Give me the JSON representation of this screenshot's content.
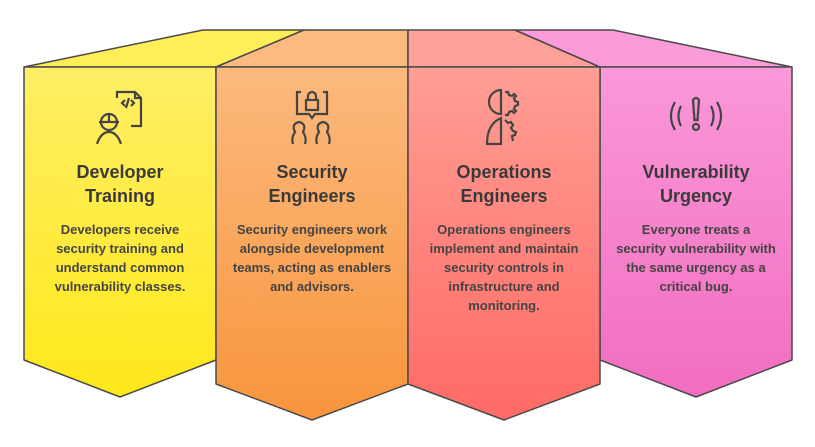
{
  "colors": {
    "yellow": "#FFEB3B",
    "orange": "#F9A04F",
    "red": "#FF7570",
    "pink": "#F77BC8",
    "outline": "#4a4a4a"
  },
  "columns": [
    {
      "icon": "developer-code-icon",
      "title_line1": "Developer",
      "title_line2": "Training",
      "body": "Developers receive security training and understand common vulnerability classes."
    },
    {
      "icon": "security-lock-team-icon",
      "title_line1": "Security",
      "title_line2": "Engineers",
      "body": "Security engineers work alongside development teams, acting as enablers and advisors."
    },
    {
      "icon": "operations-gear-icon",
      "title_line1": "Operations",
      "title_line2": "Engineers",
      "body": "Operations engineers implement and maintain security controls in infrastructure and monitoring."
    },
    {
      "icon": "alert-signal-icon",
      "title_line1": "Vulnerability",
      "title_line2": "Urgency",
      "body": "Everyone treats a security vulnerability with the same urgency as a critical bug."
    }
  ]
}
